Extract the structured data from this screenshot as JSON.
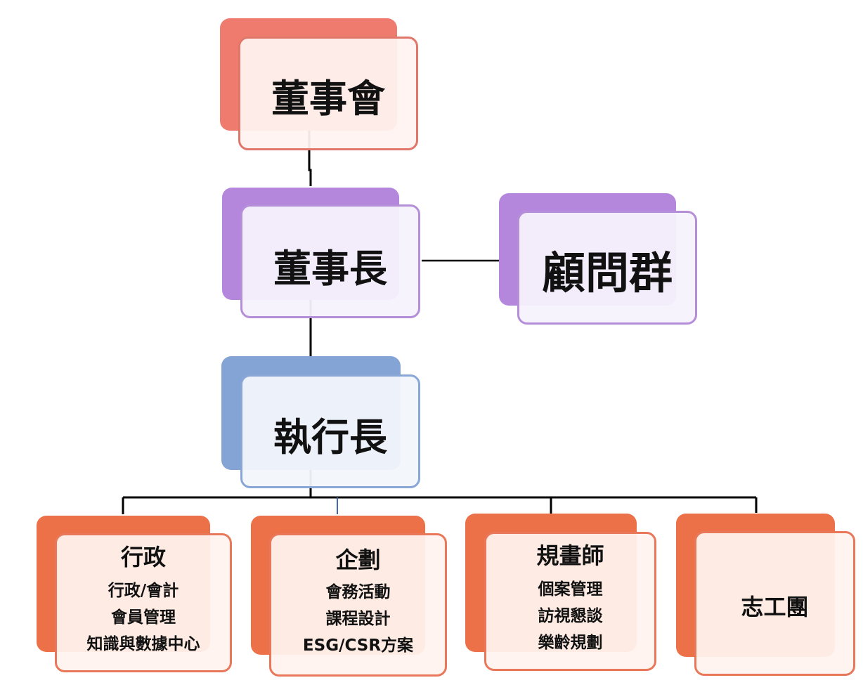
{
  "colors": {
    "board": "#ef7b6f",
    "chairman": "#b486dc",
    "ceo": "#85a4d6",
    "dept": "#ec7048"
  },
  "board": {
    "label": "董事會"
  },
  "chairman": {
    "label": "董事長"
  },
  "advisors": {
    "label": "顧問群"
  },
  "ceo": {
    "label": "執行長"
  },
  "departments": [
    {
      "label": "行政",
      "items": [
        "行政/會計",
        "會員管理",
        "知識與數據中心"
      ]
    },
    {
      "label": "企劃",
      "items": [
        "會務活動",
        "課程設計",
        "ESG/CSR方案"
      ]
    },
    {
      "label": "規畫師",
      "items": [
        "個案管理",
        "訪視懇談",
        "樂齡規劃"
      ]
    },
    {
      "label": "志工團",
      "items": []
    }
  ]
}
